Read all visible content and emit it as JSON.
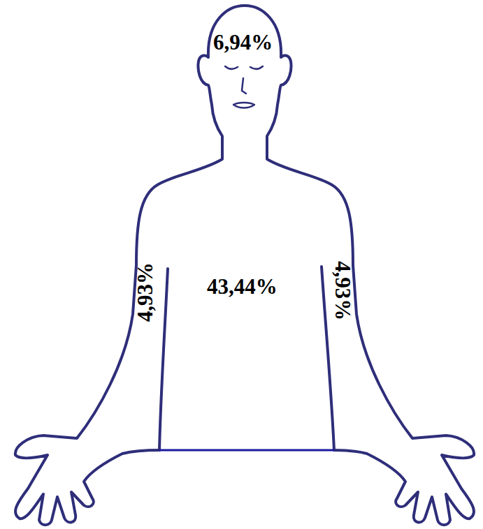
{
  "diagram": {
    "labels": [
      "6,94%",
      "4,93%",
      "43,44%",
      "4,93%"
    ]
  }
}
